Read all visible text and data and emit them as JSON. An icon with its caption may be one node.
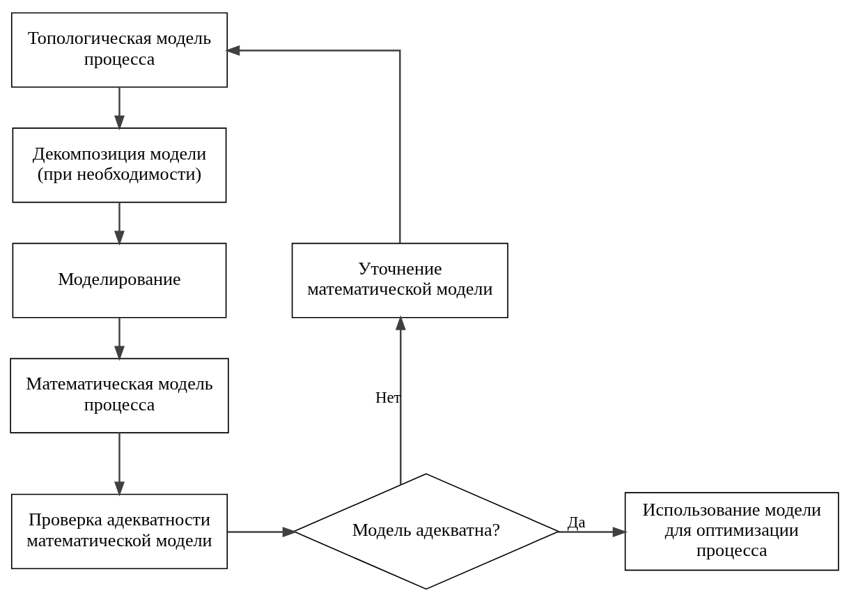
{
  "diagram": {
    "nodes": [
      {
        "text": [
          "Топологическая модель процесса"
        ]
      },
      {
        "text": [
          "Декомпозиция модели (при необходимости)"
        ]
      },
      {
        "text": [
          "Моделирование"
        ]
      },
      {
        "text": [
          "Математическая модель процесса"
        ]
      },
      {
        "text": [
          "Проверка адекватности математической модели"
        ]
      },
      {
        "text": [
          "Модель адекватна?"
        ]
      },
      {
        "text": [
          "Уточнение математической модели"
        ]
      },
      {
        "text": [
          "Использование модели для оптимизации процесса"
        ]
      }
    ],
    "edges": [
      {
        "from": 0,
        "to": 1,
        "arrow": "to"
      },
      {
        "from": 1,
        "to": 2,
        "arrow": "to"
      },
      {
        "from": 2,
        "to": 3,
        "arrow": "to"
      },
      {
        "from": 3,
        "to": 4,
        "arrow": "to"
      },
      {
        "from": 4,
        "to": 5,
        "arrow": "to"
      },
      {
        "from": 5,
        "to": 6,
        "arrow": "to",
        "label": "Нет"
      },
      {
        "from": 6,
        "to": 0,
        "arrow": "to"
      },
      {
        "from": 5,
        "to": 7,
        "arrow": "to",
        "label": "Да"
      }
    ]
  }
}
